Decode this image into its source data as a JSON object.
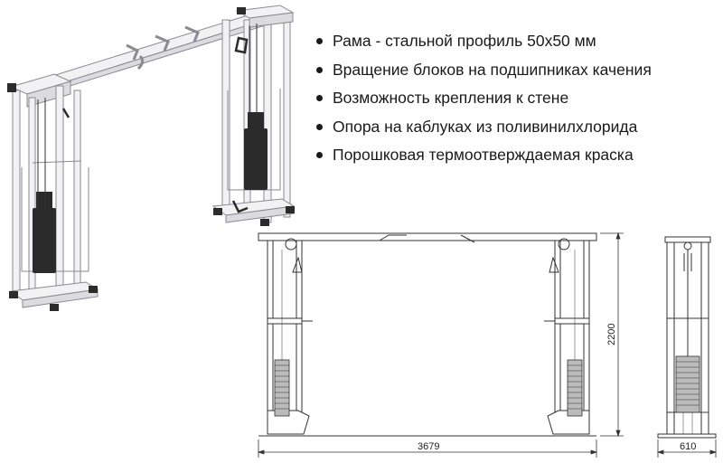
{
  "features": [
    "Рама - стальной профиль 50х50 мм",
    "Вращение блоков на подшипниках качения",
    "Возможность крепления к стене",
    "Опора на каблуках из поливинилхлорида",
    "Порошковая термоотверждаемая краска"
  ],
  "dimensions": {
    "width": "3679",
    "height": "2200",
    "depth": "610"
  },
  "colors": {
    "frame": "#f2f2f4",
    "frame_edge": "#8a8a92",
    "weight": "#2b2b2b",
    "line": "#333333"
  }
}
